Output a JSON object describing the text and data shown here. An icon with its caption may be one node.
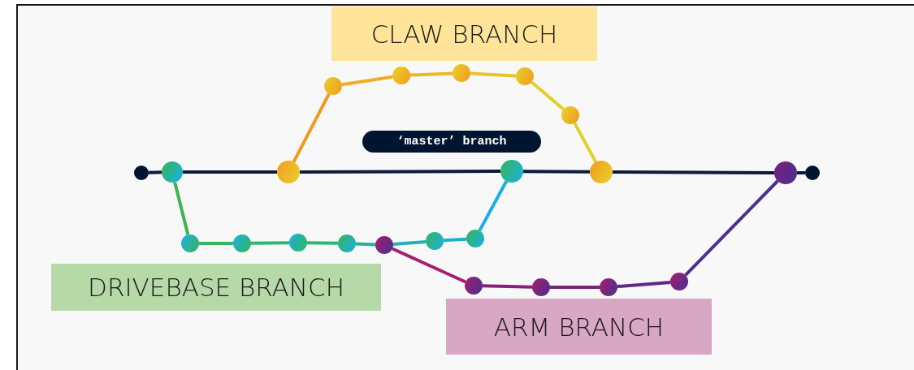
{
  "diagram": {
    "nodes": [
      {
        "text": [
          "CLAW BRANCH"
        ]
      },
      {
        "text": [
          "‘master’ branch"
        ]
      },
      {
        "text": [
          "DRIVEBASE BRANCH"
        ]
      },
      {
        "text": [
          "ARM BRANCH"
        ]
      },
      {
        "text": [],
        "shape": "circle"
      },
      {
        "text": [],
        "shape": "circle"
      },
      {
        "text": [],
        "shape": "circle"
      },
      {
        "text": [],
        "shape": "circle"
      },
      {
        "text": [],
        "shape": "circle"
      },
      {
        "text": [],
        "shape": "circle"
      },
      {
        "text": [],
        "shape": "circle"
      },
      {
        "text": [],
        "shape": "circle"
      },
      {
        "text": [],
        "shape": "circle"
      },
      {
        "text": [],
        "shape": "circle"
      },
      {
        "text": [],
        "shape": "circle"
      },
      {
        "text": [],
        "shape": "circle"
      },
      {
        "text": [],
        "shape": "circle"
      },
      {
        "text": [],
        "shape": "circle"
      },
      {
        "text": [],
        "shape": "circle"
      },
      {
        "text": [],
        "shape": "circle"
      },
      {
        "text": [],
        "shape": "circle"
      },
      {
        "text": [],
        "shape": "circle"
      },
      {
        "text": [],
        "shape": "circle"
      },
      {
        "text": [],
        "shape": "circle"
      },
      {
        "text": [],
        "shape": "circle"
      },
      {
        "text": [],
        "shape": "circle"
      },
      {
        "text": [],
        "shape": "circle"
      }
    ],
    "edges": [
      {
        "from": 4,
        "to": 5,
        "arrow": "none"
      },
      {
        "from": 5,
        "to": 6,
        "arrow": "none"
      },
      {
        "from": 6,
        "to": 7,
        "arrow": "none"
      },
      {
        "from": 7,
        "to": 8,
        "arrow": "none"
      },
      {
        "from": 8,
        "to": 9,
        "arrow": "none"
      },
      {
        "from": 9,
        "to": 10,
        "arrow": "none"
      },
      {
        "from": 6,
        "to": 11,
        "arrow": "none",
        "color": "#f29a1f"
      },
      {
        "from": 11,
        "to": 12,
        "arrow": "none",
        "color": "#f0ac24"
      },
      {
        "from": 12,
        "to": 13,
        "arrow": "none",
        "color": "#ecb826"
      },
      {
        "from": 13,
        "to": 14,
        "arrow": "none",
        "color": "#e8c42a"
      },
      {
        "from": 14,
        "to": 15,
        "arrow": "none",
        "color": "#e2cf2a"
      },
      {
        "from": 15,
        "to": 8,
        "arrow": "none",
        "color": "#dcd22a"
      },
      {
        "from": 5,
        "to": 16,
        "arrow": "none",
        "color": "#3cb54a"
      },
      {
        "from": 16,
        "to": 17,
        "arrow": "none",
        "color": "#36b660"
      },
      {
        "from": 17,
        "to": 18,
        "arrow": "none",
        "color": "#30b76e"
      },
      {
        "from": 18,
        "to": 19,
        "arrow": "none",
        "color": "#2cb47e"
      },
      {
        "from": 19,
        "to": 20,
        "arrow": "none",
        "color": "#26b49a"
      },
      {
        "from": 20,
        "to": 21,
        "arrow": "none",
        "color": "#20b2bc"
      },
      {
        "from": 21,
        "to": 22,
        "arrow": "none",
        "color": "#1cb0d0"
      },
      {
        "from": 22,
        "to": 7,
        "arrow": "none",
        "color": "#18b0e4"
      },
      {
        "from": 20,
        "to": 23,
        "arrow": "none",
        "color": "#a51e6e"
      },
      {
        "from": 23,
        "to": 24,
        "arrow": "none",
        "color": "#8a2076"
      },
      {
        "from": 24,
        "to": 25,
        "arrow": "none",
        "color": "#76227e"
      },
      {
        "from": 25,
        "to": 26,
        "arrow": "none",
        "color": "#642884"
      },
      {
        "from": 26,
        "to": 9,
        "arrow": "none",
        "color": "#4a3090"
      }
    ]
  }
}
